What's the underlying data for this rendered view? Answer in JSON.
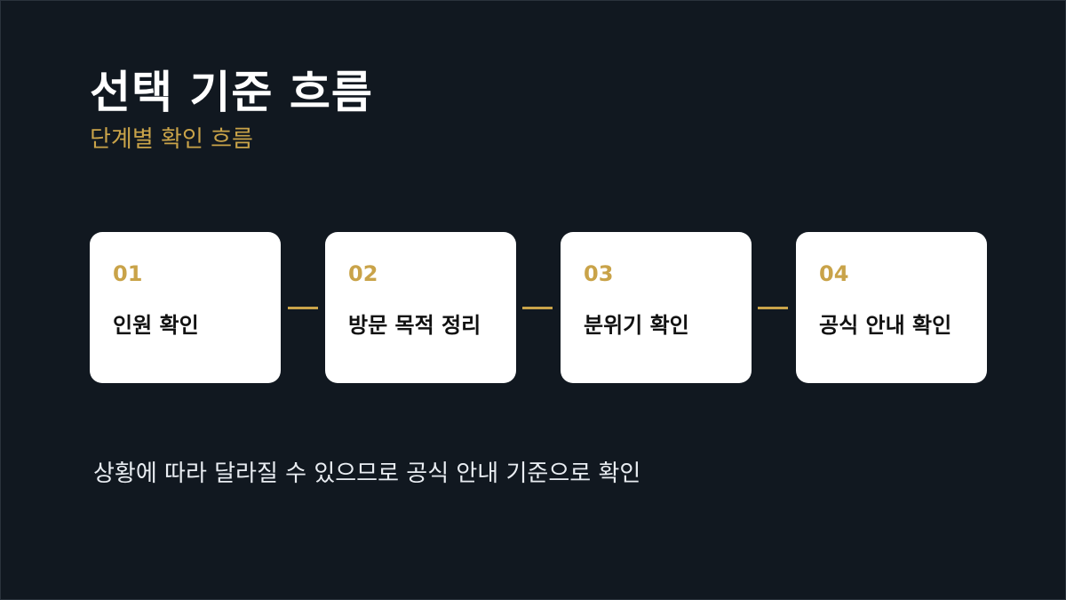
{
  "title": "선택 기준 흐름",
  "subtitle": "단계별 확인 흐름",
  "steps": [
    {
      "number": "01",
      "label": "인원 확인"
    },
    {
      "number": "02",
      "label": "방문 목적 정리"
    },
    {
      "number": "03",
      "label": "분위기 확인"
    },
    {
      "number": "04",
      "label": "공식 안내 확인"
    }
  ],
  "footnote": "상황에 따라 달라질 수 있으므로 공식 안내 기준으로 확인",
  "colors": {
    "background": "#111820",
    "accent": "#c9a349",
    "card": "#ffffff",
    "title": "#ffffff",
    "body_text": "#e9edf2"
  }
}
